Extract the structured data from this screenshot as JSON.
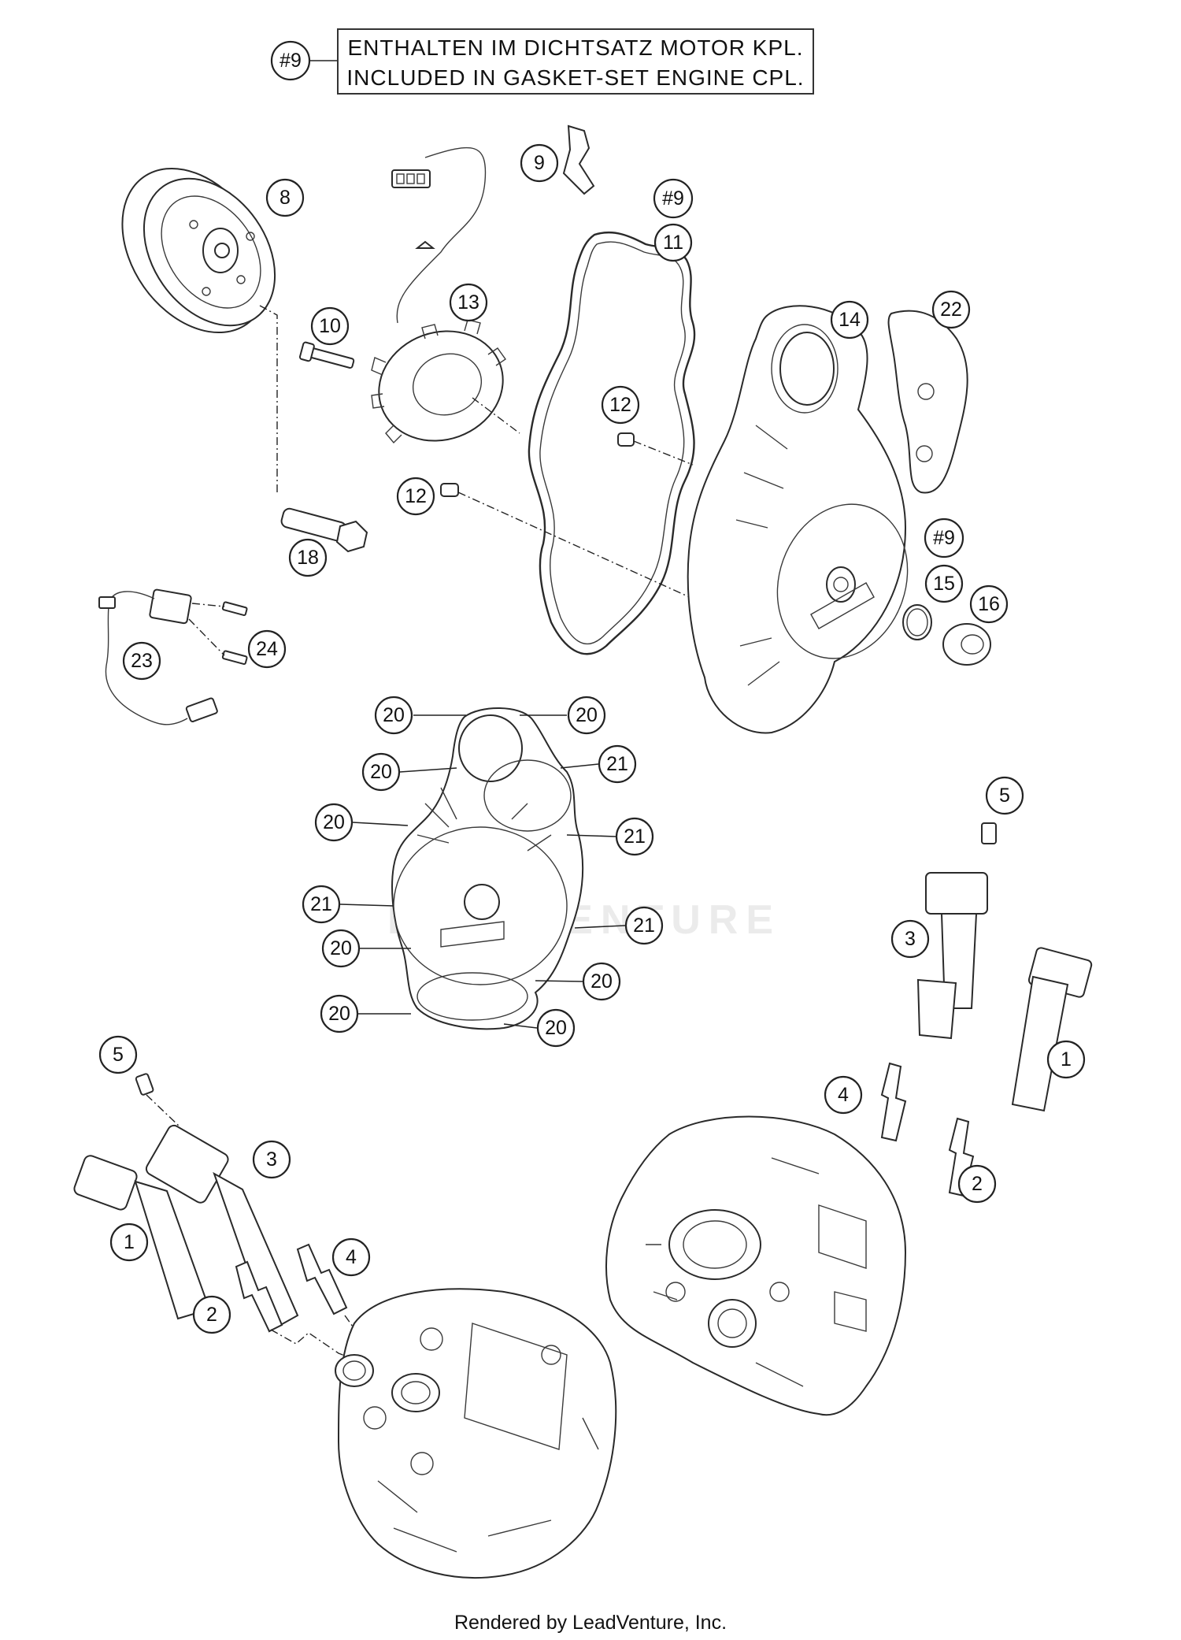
{
  "note": {
    "ref": "#9",
    "line1": "ENTHALTEN IM DICHTSATZ MOTOR KPL.",
    "line2": "INCLUDED IN GASKET-SET ENGINE CPL."
  },
  "watermark": "LEADVENTURE",
  "footer": "Rendered by LeadVenture, Inc.",
  "callouts": {
    "c9": "9",
    "c8": "8",
    "c9b": "#9",
    "c11": "11",
    "c10": "10",
    "c13": "13",
    "c14": "14",
    "c22": "22",
    "c12a": "12",
    "c12b": "12",
    "c9c": "#9",
    "c15": "15",
    "c16": "16",
    "c18": "18",
    "c24": "24",
    "c23": "23",
    "c20a": "20",
    "c20b": "20",
    "c20c": "20",
    "c21a": "21",
    "c20d": "20",
    "c21b": "21",
    "c21c": "21",
    "c21d": "21",
    "c20e": "20",
    "c20f": "20",
    "c20g": "20",
    "c20h": "20",
    "c5a": "5",
    "c3a": "3",
    "c1a": "1",
    "c4a": "4",
    "c2a": "2",
    "c5b": "5",
    "c3b": "3",
    "c1b": "1",
    "c2b": "2",
    "c4b": "4"
  }
}
